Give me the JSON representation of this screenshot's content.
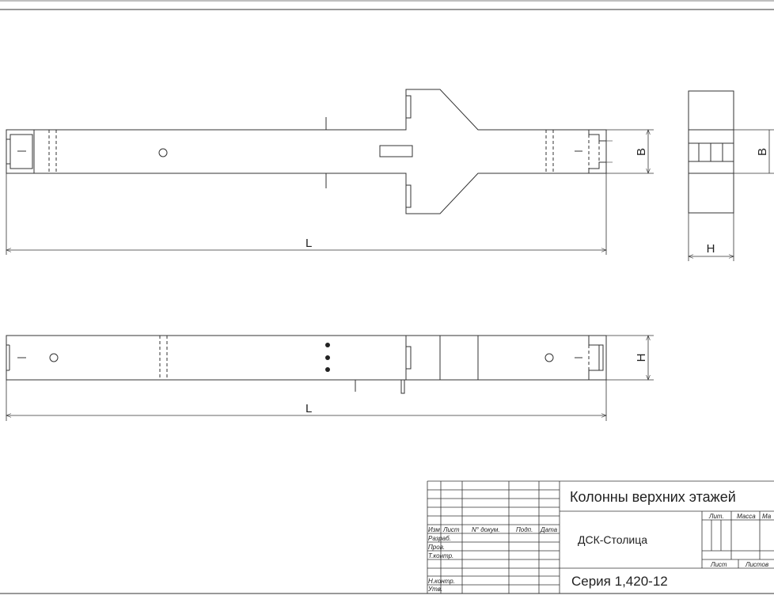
{
  "dimensions": {
    "length_top": "L",
    "width_top": "B",
    "width_end": "B",
    "height_end": "H",
    "height_side": "H",
    "length_side": "L"
  },
  "title_block": {
    "title": "Колонны верхних этажей",
    "company": "ДСК-Столица",
    "series": "Серия 1,420-12",
    "headers": {
      "izm": "Изм",
      "list": "Лист",
      "doc": "N° докум.",
      "sign": "Подп.",
      "date": "Дата"
    },
    "roles": {
      "razrab": "Разраб.",
      "prov": "Пров.",
      "tkontr": "Т.контр.",
      "nkontr": "Н.контр.",
      "utv": "Утв."
    },
    "info": {
      "lit": "Лит.",
      "massa": "Масса",
      "masshtab": "Ма",
      "sheet": "Лист",
      "sheets": "Листов"
    }
  }
}
